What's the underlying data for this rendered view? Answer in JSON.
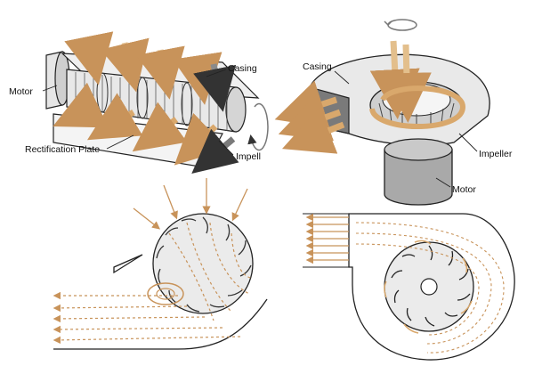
{
  "labels": {
    "motor_left": "Motor",
    "casing_left": "Casing",
    "rectification_plate": "Rectification Plate",
    "impeller_left": "Impell",
    "casing_right": "Casing",
    "impeller_right": "Impeller",
    "motor_right": "Motor"
  },
  "colors": {
    "airflow": "#d9a86c",
    "airflow_light": "#ecd3ac",
    "outline": "#2a2a2a",
    "metal": "#d9d9d9",
    "metal_dark": "#9a9a9a",
    "grey_arrow": "#8a8a8a"
  },
  "icons": [
    "rotation-arrow-icon"
  ]
}
